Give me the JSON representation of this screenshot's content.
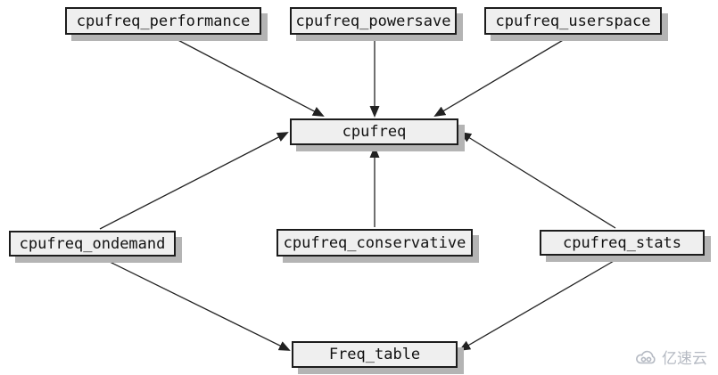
{
  "diagram": {
    "description": "Linux cpufreq subsystem module relationship diagram",
    "nodes": [
      {
        "id": "cpufreq_performance",
        "label": "cpufreq_performance"
      },
      {
        "id": "cpufreq_powersave",
        "label": "cpufreq_powersave"
      },
      {
        "id": "cpufreq_userspace",
        "label": "cpufreq_userspace"
      },
      {
        "id": "cpufreq",
        "label": "cpufreq"
      },
      {
        "id": "cpufreq_ondemand",
        "label": "cpufreq_ondemand"
      },
      {
        "id": "cpufreq_conservative",
        "label": "cpufreq_conservative"
      },
      {
        "id": "cpufreq_stats",
        "label": "cpufreq_stats"
      },
      {
        "id": "freq_table",
        "label": "Freq_table"
      }
    ],
    "edges": [
      {
        "from": "cpufreq_performance",
        "to": "cpufreq"
      },
      {
        "from": "cpufreq_powersave",
        "to": "cpufreq"
      },
      {
        "from": "cpufreq_userspace",
        "to": "cpufreq"
      },
      {
        "from": "cpufreq_ondemand",
        "to": "cpufreq"
      },
      {
        "from": "cpufreq_conservative",
        "to": "cpufreq"
      },
      {
        "from": "cpufreq_stats",
        "to": "cpufreq"
      },
      {
        "from": "cpufreq_ondemand",
        "to": "freq_table"
      },
      {
        "from": "cpufreq_stats",
        "to": "freq_table"
      }
    ],
    "colors": {
      "box_fill": "#efefef",
      "box_border": "#1c1c1c",
      "box_shadow": "#b4b4b4",
      "arrow": "#222222",
      "background": "#ffffff",
      "watermark": "#b4b9c2"
    }
  },
  "watermark": {
    "icon": "cloud-logo-icon",
    "text": "亿速云"
  }
}
